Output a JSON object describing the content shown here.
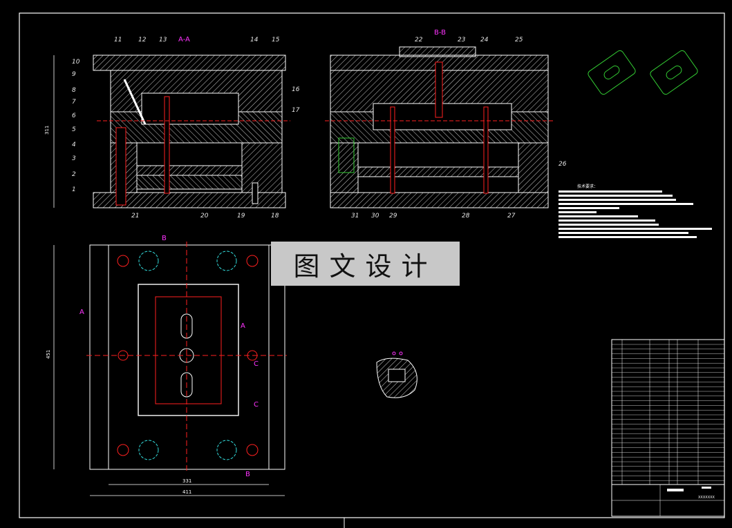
{
  "watermark": "图文设计",
  "sections": {
    "aa": "A-A",
    "bb": "B-B",
    "marks": {
      "a": "A",
      "b": "B",
      "c": "C"
    }
  },
  "part_labels_aa": [
    "11",
    "12",
    "13",
    "14",
    "15",
    "16",
    "17",
    "10",
    "9",
    "8",
    "7",
    "6",
    "5",
    "4",
    "3",
    "2",
    "1",
    "21",
    "20",
    "19",
    "18"
  ],
  "part_labels_bb": [
    "22",
    "23",
    "24",
    "25",
    "26",
    "27",
    "28",
    "29",
    "30",
    "31"
  ],
  "dimensions": {
    "height_aa": "311",
    "height_plan": "451",
    "width_inner": "331",
    "width_outer": "411"
  },
  "notes": {
    "title": "技术要求："
  },
  "title_block": {
    "drawing_no": "XXXXXXX"
  },
  "colors": {
    "background": "#000000",
    "line": "#ffffff",
    "hatch": "#cfcfcf",
    "accent_red": "#ff2020",
    "section_magenta": "#ff33ff",
    "iso_green": "#33cc33",
    "pin_cyan": "#33dddd"
  }
}
